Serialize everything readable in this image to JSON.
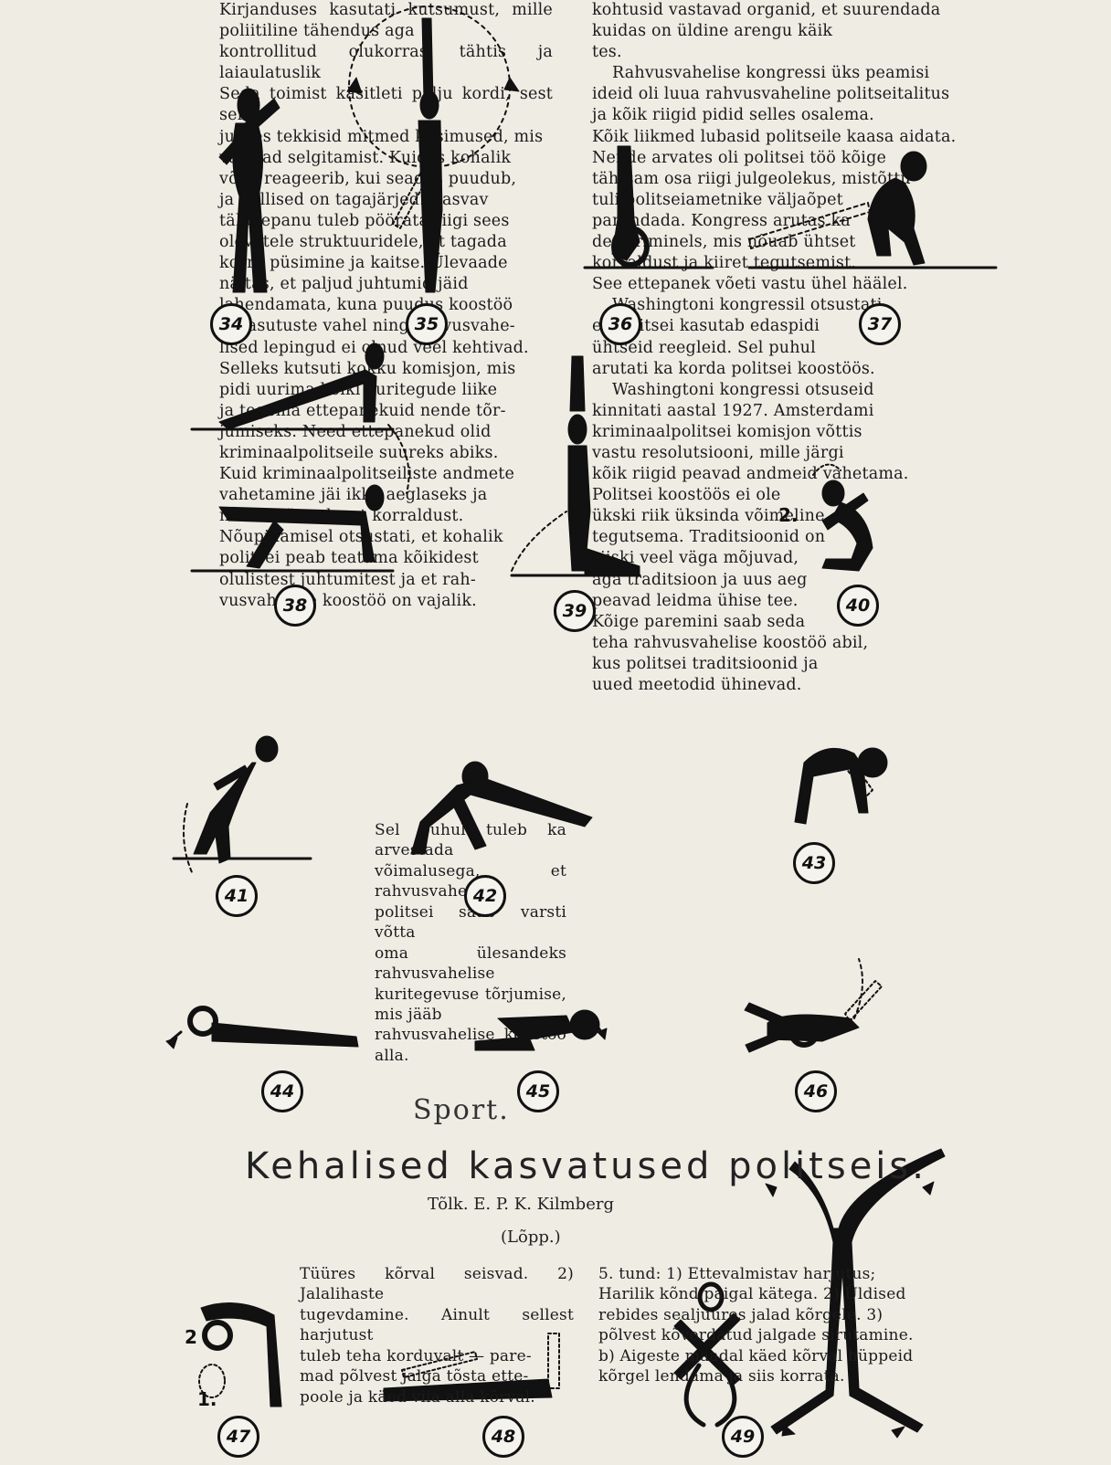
{
  "text": {
    "mid_column": [
      "Kirjanduses kasutati kutsumust, mille poliitiline tähendus aga",
      "kontrollitud olukorras tähtis ja laiaulatuslik",
      "Seda toimist käsitleti palju kordi, sest selle",
      "juures tekkisid mitmed küsimused, mis",
      "vajavad selgitamist. Kuidas kohalik",
      "võim reageerib, kui seadus puudub,",
      "ja millised on tagajärjed. Kasvav",
      "tähelepanu tuleb pöörata riigi sees",
      "olevatele struktuuridele, et tagada",
      "korra püsimine ja kaitse. Ülevaade",
      "näitas, et paljud juhtumid jäid",
      "lahendamata, kuna puudus koostöö",
      "eri asutuste vahel ning rahvusvahe-",
      "lised lepingud ei olnud veel kehtivad.",
      "Selleks kutsuti kokku komisjon, mis",
      "pidi uurima kõiki kuritegude liike",
      "ja tegema ettepanekuid nende tõr-",
      "jumiseks. Need ettepanekud olid",
      "kriminaalpolitseile suureks abiks.",
      "Kuid kriminaalpolitseiliste andmete",
      "vahetamine jäi ikka aeglaseks ja",
      "nõudis täiendavat korraldust.",
      "Nõupidamisel otsustati, et kohalik",
      "politsei peab teatama kõikidest",
      "olulistest juhtumitest ja et rah-",
      "vusvaheline koostöö on vajalik."
    ],
    "right_column": [
      "kohtusid vastavad organid, et suurendada",
      "kuidas on üldine arengu käik",
      "tes.",
      "Rahvusvahelise kongressi üks peamisi",
      "ideid oli luua rahvusvaheline politseitalitus",
      "ja kõik riigid pidid selles osalema.",
      "Kõik liikmed lubasid politseile kaasa aidata.",
      "Nende arvates oli politsei töö kõige",
      "tähtsam osa riigi julgeolekus, mistõttu",
      "tuli politseiametnike väljaõpet",
      "parandada. Kongress arutas ka",
      "des criminels, mis nõuab ühtset",
      "korraldust ja kiiret tegutsemist.",
      "See ettepanek võeti vastu ühel häälel.",
      "Washingtoni kongressil otsustati",
      "et politsei kasutab edaspidi",
      "ühtseid reegleid. Sel puhul",
      "arutati ka korda politsei koostöös.",
      "Washingtoni kongressi otsuseid",
      "kinnitati aastal 1927. Amsterdami",
      "kriminaalpolitsei komisjon võttis",
      "vastu resolutsiooni, mille järgi",
      "kõik riigid peavad andmeid vahetama.",
      "Politsei koostöös ei ole",
      "ükski riik üksinda võimeline",
      "tegutsema. Traditsioonid on",
      "siiski veel väga mõjuvad,",
      "aga traditsioon ja uus aeg",
      "peavad leidma ühise tee.",
      "Kõige paremini saab seda",
      "teha rahvusvahelise koostöö abil,",
      "kus politsei traditsioonid ja",
      "uued meetodid ühinevad."
    ],
    "left_lower_column": [
      "Sel puhul tuleb ka arvestada",
      "võimalusega, et rahvusvaheline",
      "politsei saab varsti võtta",
      "oma ülesandeks rahvusvahelise",
      "kuritegevuse tõrjumise, mis jääb",
      "rahvusvahelise koostöö alla."
    ],
    "section_sport": "Sport.",
    "article_title": "Kehalised kasvatused politseis.",
    "article_subtitle": "Tõlk. E. P. K. Kilmberg",
    "article_part": "(Lõpp.)",
    "article_left": [
      "5. tund: 1) Ettevalmistav harjutus;",
      "Harilik kõnd paigal kätega. 2) Üldised",
      "rebides sealjuures jalad kõrgele. 3)",
      "põlvest kõverdatud jalgade sirutamine.",
      "b) Aigeste maadal käed kõrval hüppeid",
      "kõrgel lendama ja siis korrata."
    ],
    "article_right": [
      "Tüüres kõrval seisvad. 2) Jalalihaste",
      "tugevdamine. Ainult sellest harjutust",
      "tuleb teha korduvalt — pare-",
      "mad põlvest jalga tõsta ette-",
      "poole ja käed viia alla kõrval."
    ]
  },
  "figures": {
    "labels": [
      "34",
      "35",
      "36",
      "37",
      "38",
      "39",
      "40",
      "41",
      "42",
      "43",
      "44",
      "45",
      "46",
      "47",
      "48",
      "49"
    ],
    "step_labels": {
      "fig40_step": "2.",
      "fig47_step_top": "2",
      "fig47_step_bottom": "1."
    }
  },
  "colors": {
    "paper": "#efece4",
    "ink": "#111111",
    "faded_text": "#1b1b1b"
  }
}
